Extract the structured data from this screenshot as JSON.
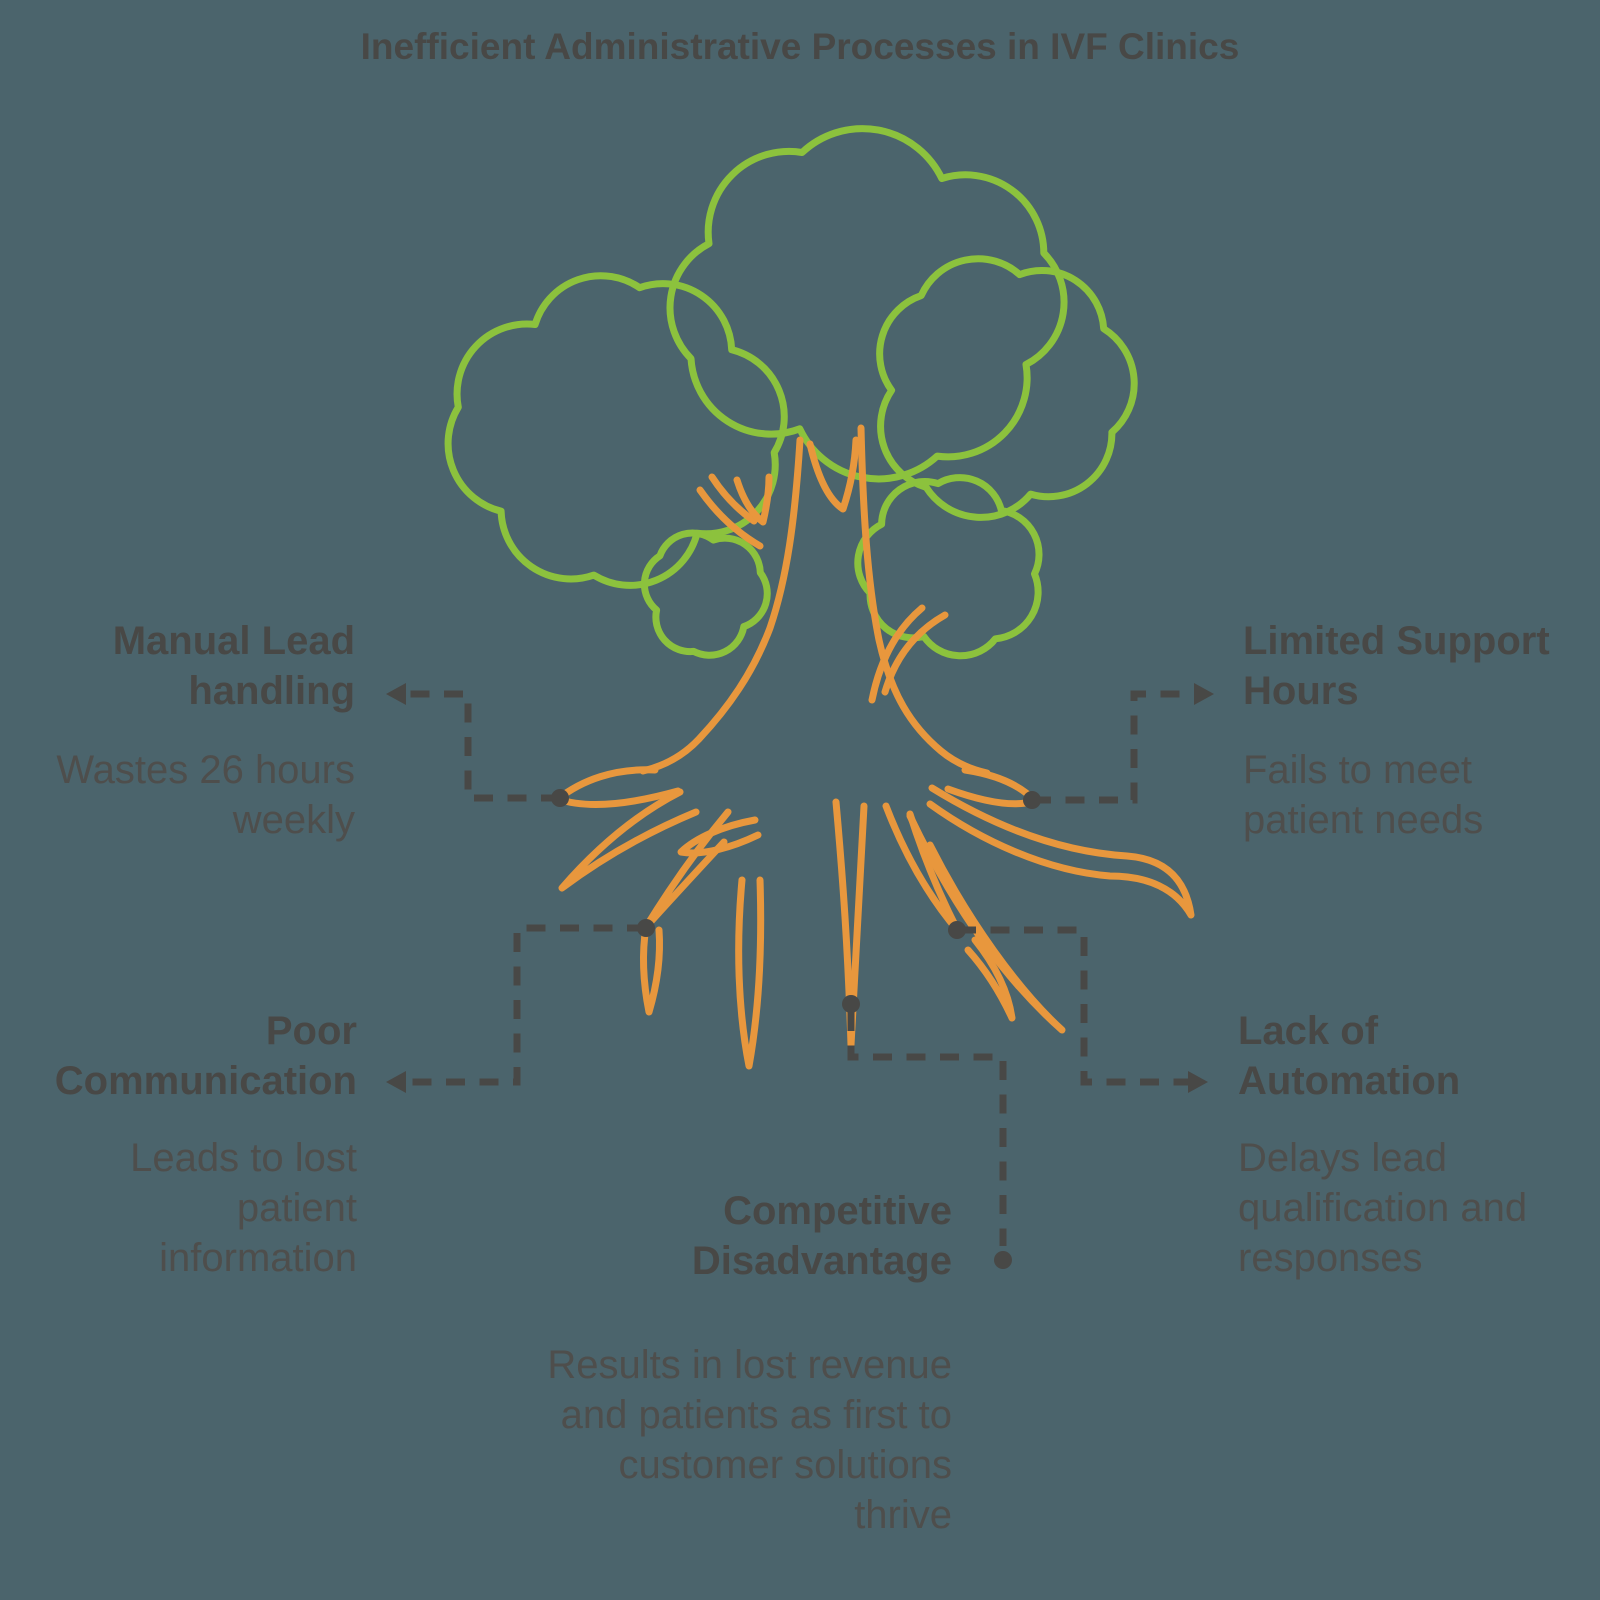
{
  "title": "Inefficient Administrative Processes in IVF Clinics",
  "colors": {
    "background": "#4b646c",
    "text": "#484846",
    "body_text": "#4e4e4c",
    "canopy_green": "#8cc23d",
    "trunk_orange": "#e8973d"
  },
  "callouts": {
    "manual_lead": {
      "title": "Manual Lead\nhandling",
      "body": "Wastes 26 hours\nweekly"
    },
    "limited_support": {
      "title": "Limited Support\nHours",
      "body": "Fails to meet\npatient needs"
    },
    "poor_communication": {
      "title": "Poor\nCommunication",
      "body": "Leads to lost\npatient\ninformation"
    },
    "lack_automation": {
      "title": "Lack of\nAutomation",
      "body": "Delays lead\nqualification and\nresponses"
    },
    "competitive_disadvantage": {
      "title": "Competitive\nDisadvantage",
      "body": "Results in lost revenue\nand patients as first to\ncustomer solutions\nthrive"
    }
  }
}
